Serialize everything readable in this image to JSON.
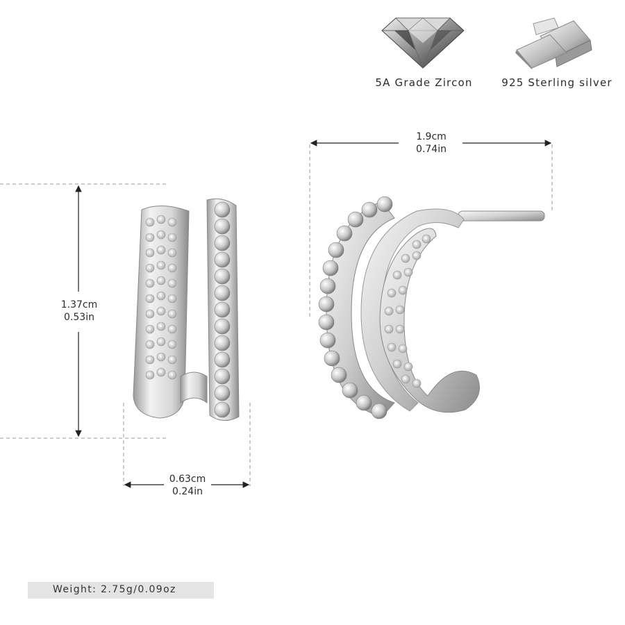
{
  "features": [
    {
      "icon": "diamond-icon",
      "label": "5A Grade Zircon"
    },
    {
      "icon": "silver-bar-icon",
      "label": "925 Sterling silver"
    }
  ],
  "dimensions": {
    "height": {
      "cm": "1.37cm",
      "in": "0.53in"
    },
    "width": {
      "cm": "0.63cm",
      "in": "0.24in"
    },
    "length": {
      "cm": "1.9cm",
      "in": "0.74in"
    }
  },
  "weight": "Weight: 2.75g/0.09oz"
}
